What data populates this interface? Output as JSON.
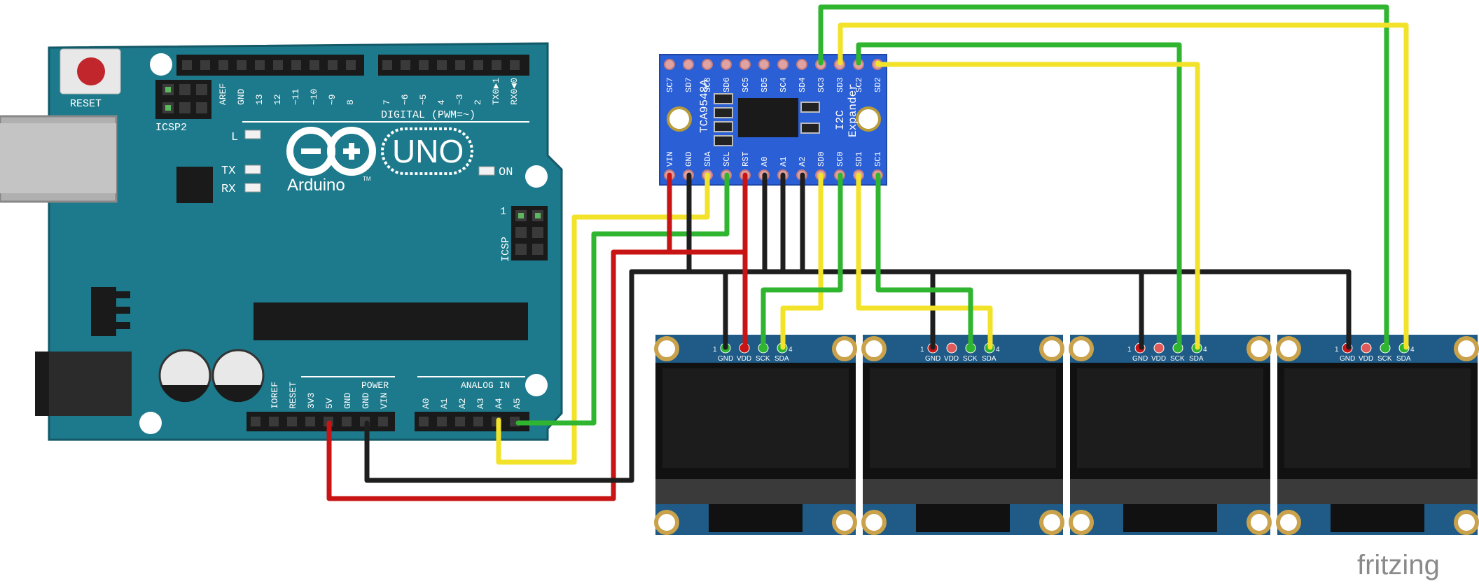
{
  "arduino": {
    "reset": "RESET",
    "icsp2": "ICSP2",
    "digital_top_labels": [
      "AREF",
      "GND",
      "13",
      "12",
      "~11",
      "~10",
      "~9",
      "8"
    ],
    "digital_top_labels2": [
      "7",
      "~6",
      "~5",
      "4",
      "~3",
      "2",
      "TX0►1",
      "RX0◄0"
    ],
    "digital_caption": "DIGITAL (PWM=~)",
    "led_l": "L",
    "led_tx": "TX",
    "led_rx": "RX",
    "led_on": "ON",
    "logo_text": "Arduino",
    "tm": "TM",
    "uno": "UNO",
    "icsp": "ICSP",
    "icsp_pin1": "1",
    "power_caption": "POWER",
    "power_labels": [
      "IOREF",
      "RESET",
      "3V3",
      "5V",
      "GND",
      "GND",
      "VIN"
    ],
    "analog_caption": "ANALOG IN",
    "analog_labels": [
      "A0",
      "A1",
      "A2",
      "A3",
      "A4",
      "A5"
    ]
  },
  "mux": {
    "top_pins": [
      "SC7",
      "SD7",
      "SC6",
      "SD6",
      "SC5",
      "SD5",
      "SC4",
      "SD4",
      "SC3",
      "SD3",
      "SC2",
      "SD2"
    ],
    "bottom_pins": [
      "VIN",
      "GND",
      "SDA",
      "SCL",
      "RST",
      "A0",
      "A1",
      "A2",
      "SD0",
      "SC0",
      "SD1",
      "SC1"
    ],
    "chip_name": "TCA9548A",
    "title_line1": "I2C",
    "title_line2": "Expander"
  },
  "oled": {
    "pin_labels": [
      "GND",
      "VDD",
      "SCK",
      "SDA"
    ],
    "pin_first": "1",
    "pin_last": "4"
  },
  "colors": {
    "board_blue": "#1d7a8c",
    "wire_green": "#2fb52f",
    "wire_yellow": "#f2e32a",
    "wire_red": "#c81414",
    "wire_black": "#1e1e1e",
    "mux_blue": "#2a5fd6"
  },
  "brand": {
    "text": "fritzing"
  }
}
